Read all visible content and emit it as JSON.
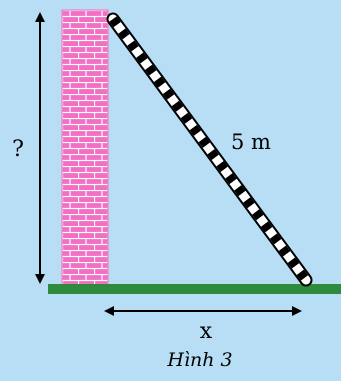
{
  "figure": {
    "background_color": "#b8def5",
    "wall_color": "#f26fc4",
    "mortar_color": "#ffffff",
    "ground_color": "#2e8b3d",
    "ladder_color": "#ffffff",
    "ladder_stripe_color": "#000000",
    "arrow_color": "#000000"
  },
  "labels": {
    "height_unknown": "?",
    "ladder_length": "5 m",
    "distance": "x",
    "caption": "Hình 3"
  }
}
